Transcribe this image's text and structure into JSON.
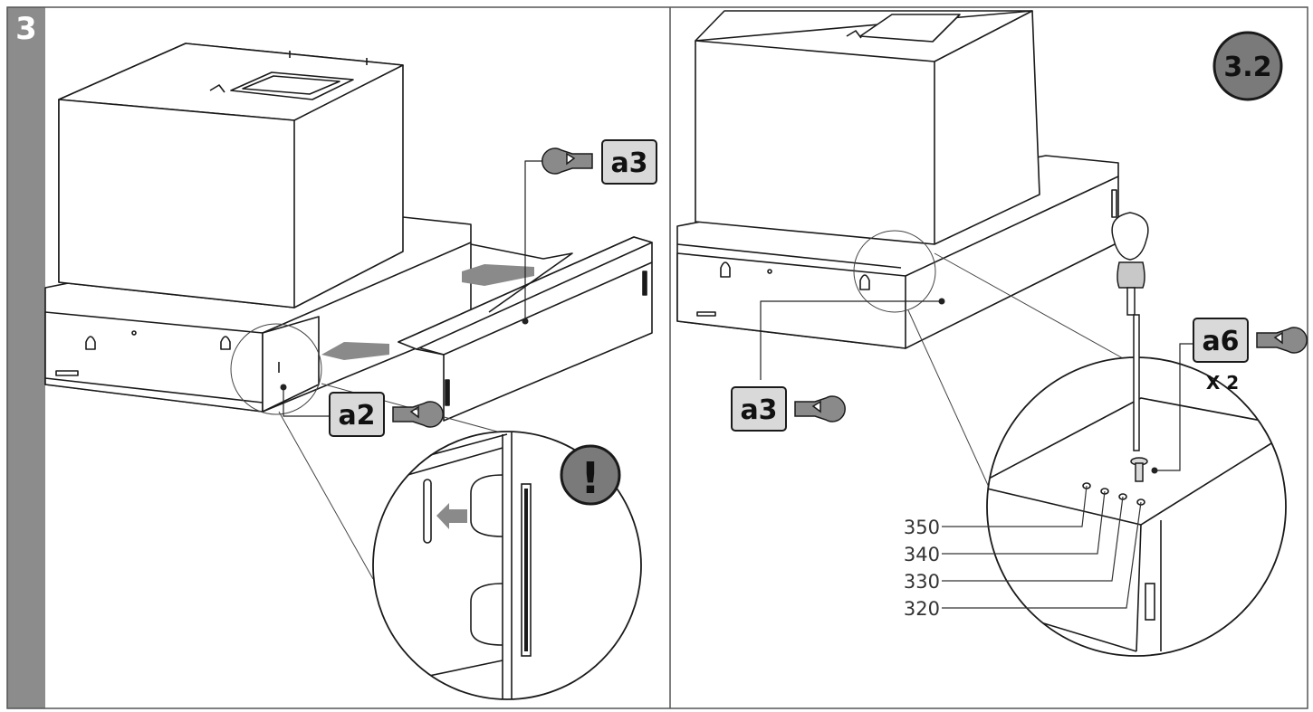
{
  "step": {
    "number": "3"
  },
  "left_panel": {
    "tags": {
      "top": "a3",
      "bottom": "a2"
    },
    "warning_badge": "!"
  },
  "right_panel": {
    "substep_badge": "3.2",
    "tags": {
      "part": "a6",
      "quantity": "X 2",
      "left": "a3"
    },
    "dimensions": [
      "350",
      "340",
      "330",
      "320"
    ]
  },
  "colors": {
    "outline": "#1a1a1a",
    "tag_fill": "#d9d9d9",
    "badge_fill": "#7a7a7a",
    "arrow_fill": "#8a8a8a",
    "strip": "#8c8c8c"
  },
  "icons": [
    "wrench-icon",
    "screwdriver-icon",
    "screw-icon",
    "arrow-icon",
    "warning-icon"
  ]
}
